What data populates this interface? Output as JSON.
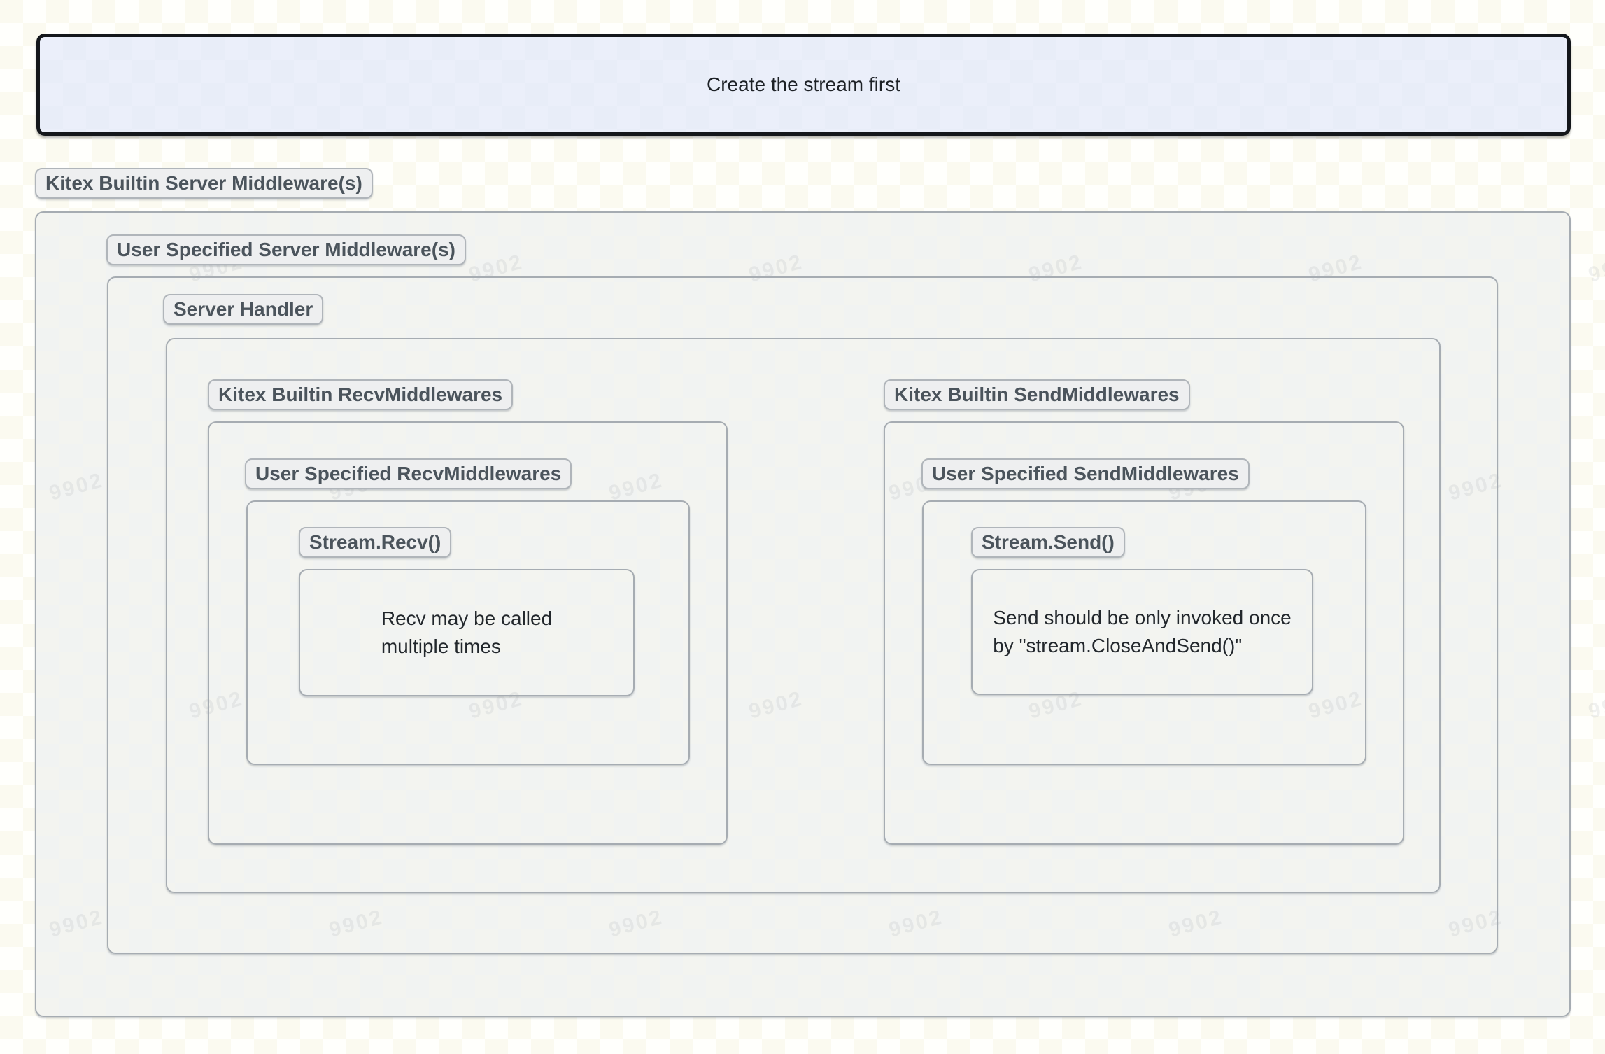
{
  "diagram": {
    "banner": {
      "label": "Create the stream first"
    },
    "labels": {
      "builtin_server": "Kitex Builtin Server Middleware(s)",
      "user_server": "User Specified Server Middleware(s)",
      "server_handler": "Server Handler",
      "builtin_recv": "Kitex Builtin RecvMiddlewares",
      "user_recv": "User Specified RecvMiddlewares",
      "stream_recv": "Stream.Recv()",
      "builtin_send": "Kitex Builtin SendMiddlewares",
      "user_send": "User Specified SendMiddlewares",
      "stream_send": "Stream.Send()"
    },
    "notes": {
      "recv_line1": "Recv may be called",
      "recv_line2": "multiple times",
      "send_line1": "Send should be only invoked once",
      "send_line2": "by \"stream.CloseAndSend()\""
    },
    "watermark": "9902",
    "colors": {
      "banner_bg": "#e8edf8",
      "banner_border": "#14171b",
      "box_border": "#a6acb2",
      "box_fill": "#f1f3f2",
      "badge_bg": "#eeeff0",
      "badge_text": "#4b545c",
      "note_text": "#22272c",
      "page_bg": "#fffffc"
    }
  }
}
